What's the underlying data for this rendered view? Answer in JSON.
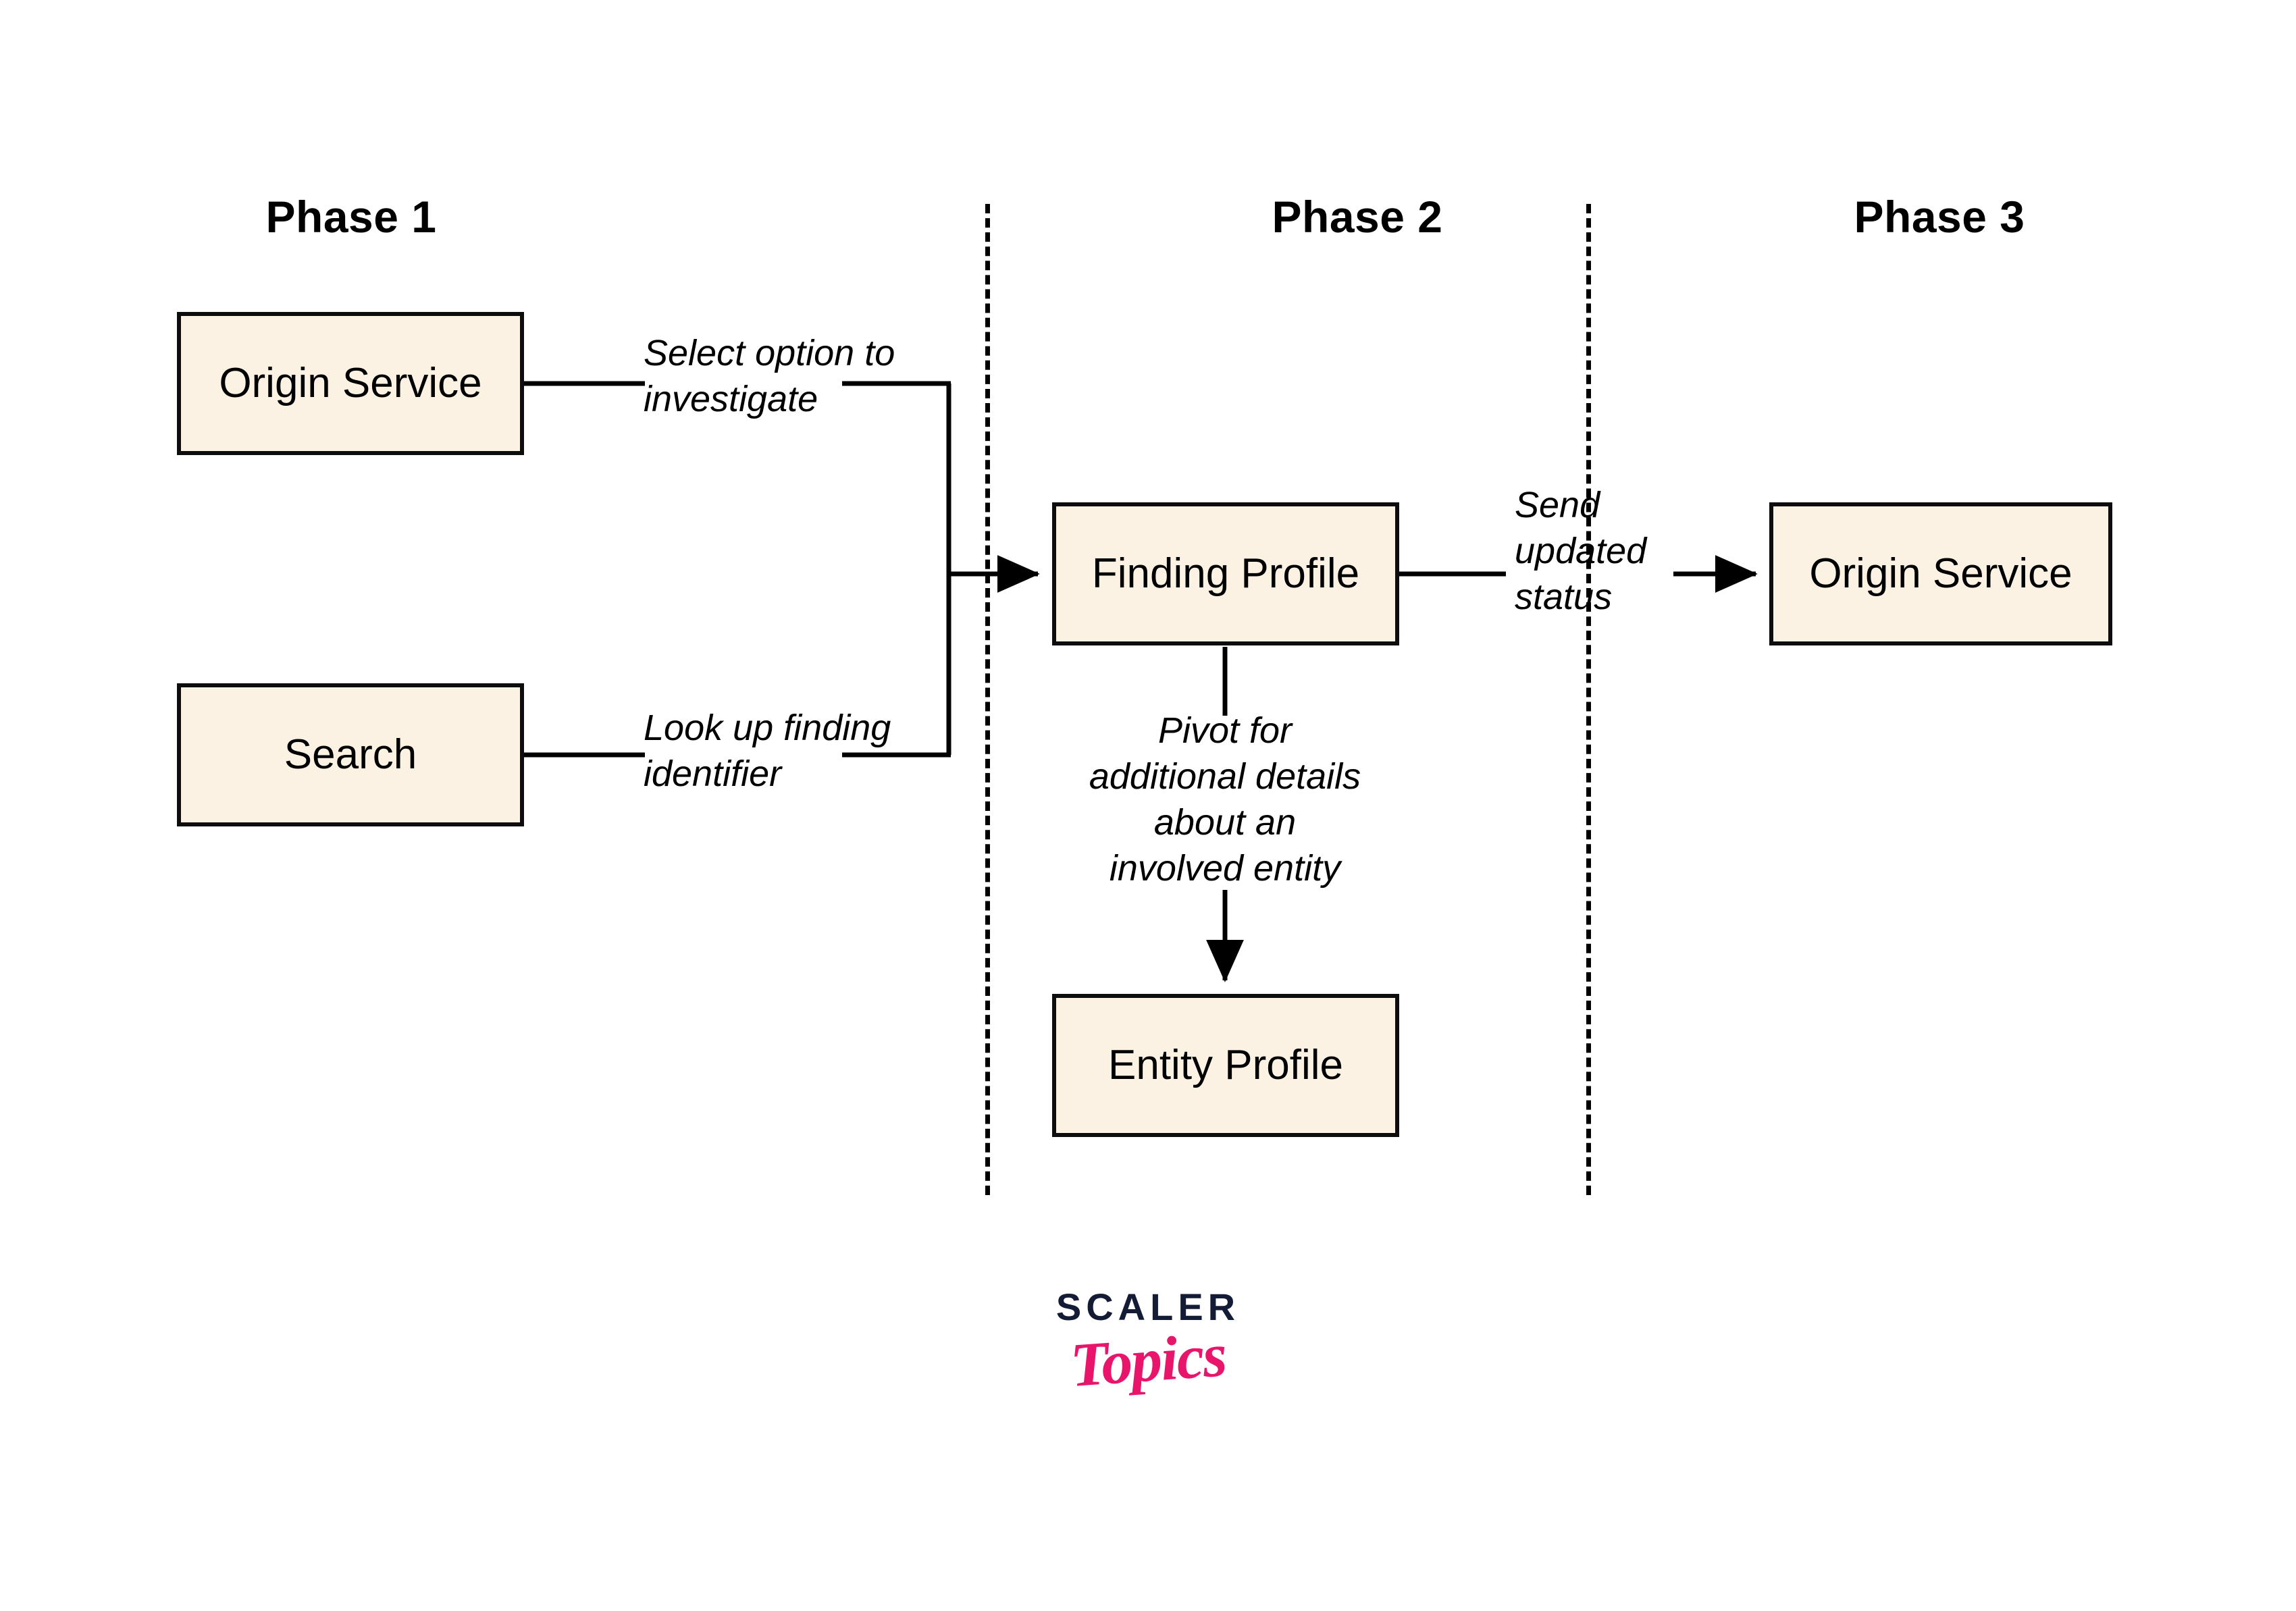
{
  "diagram": {
    "title": "Finding investigation flow across three phases",
    "background_color": "#ffffff",
    "node_fill_color": "#fcf2e4",
    "node_border_color": "#0d0d0d",
    "line_color": "#000000",
    "phases": [
      {
        "id": "phase-1",
        "label": "Phase 1"
      },
      {
        "id": "phase-2",
        "label": "Phase 2"
      },
      {
        "id": "phase-3",
        "label": "Phase 3"
      }
    ],
    "nodes": [
      {
        "id": "origin-service-1",
        "label": "Origin Service",
        "phase": "phase-1"
      },
      {
        "id": "search",
        "label": "Search",
        "phase": "phase-1"
      },
      {
        "id": "finding-profile",
        "label": "Finding Profile",
        "phase": "phase-2"
      },
      {
        "id": "entity-profile",
        "label": "Entity Profile",
        "phase": "phase-2"
      },
      {
        "id": "origin-service-2",
        "label": "Origin Service",
        "phase": "phase-3"
      }
    ],
    "edges": [
      {
        "id": "edge-select-option",
        "from": "origin-service-1",
        "to": "finding-profile",
        "label": "Select option to\ninvestigate",
        "arrow": true
      },
      {
        "id": "edge-look-up-finding",
        "from": "search",
        "to": "finding-profile",
        "label": "Look up finding\nidentifier",
        "arrow": true
      },
      {
        "id": "edge-send-updated-status",
        "from": "finding-profile",
        "to": "origin-service-2",
        "label": "Send\nupdated\nstatus",
        "arrow": true
      },
      {
        "id": "edge-pivot-details",
        "from": "finding-profile",
        "to": "entity-profile",
        "label": "Pivot for\nadditional details\nabout an\ninvolved entity",
        "arrow": true
      }
    ],
    "dividers": [
      {
        "id": "divider-1",
        "style": "dashed",
        "between": [
          "phase-1",
          "phase-2"
        ]
      },
      {
        "id": "divider-2",
        "style": "dashed",
        "between": [
          "phase-2",
          "phase-3"
        ]
      }
    ]
  },
  "logo": {
    "primary_text": "SCALER",
    "primary_color": "#141b34",
    "secondary_text": "Topics",
    "secondary_color": "#e8156b"
  }
}
